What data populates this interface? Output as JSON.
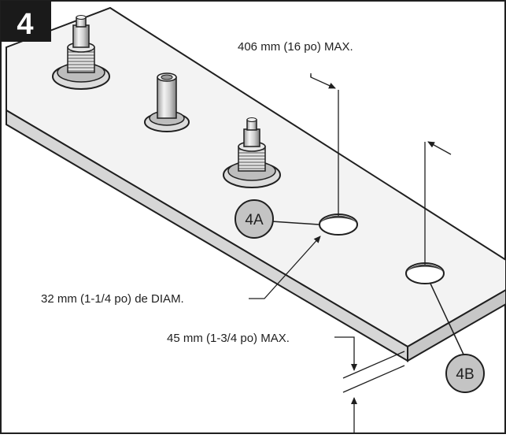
{
  "step": {
    "number": "4"
  },
  "labels": {
    "max_spacing": "406 mm (16 po) MAX.",
    "hole_diameter": "32 mm (1-1/4 po) de DIAM.",
    "max_thickness": "45 mm (1-3/4 po) MAX."
  },
  "callouts": {
    "hole_a": "4A",
    "hole_b": "4B"
  },
  "colors": {
    "step_badge": "#1a1a1a",
    "callout_fill": "#c4c4c4",
    "deck_top": "#f2f2f2",
    "deck_edge": "#d9d9d9",
    "line": "#1f1f1f"
  }
}
